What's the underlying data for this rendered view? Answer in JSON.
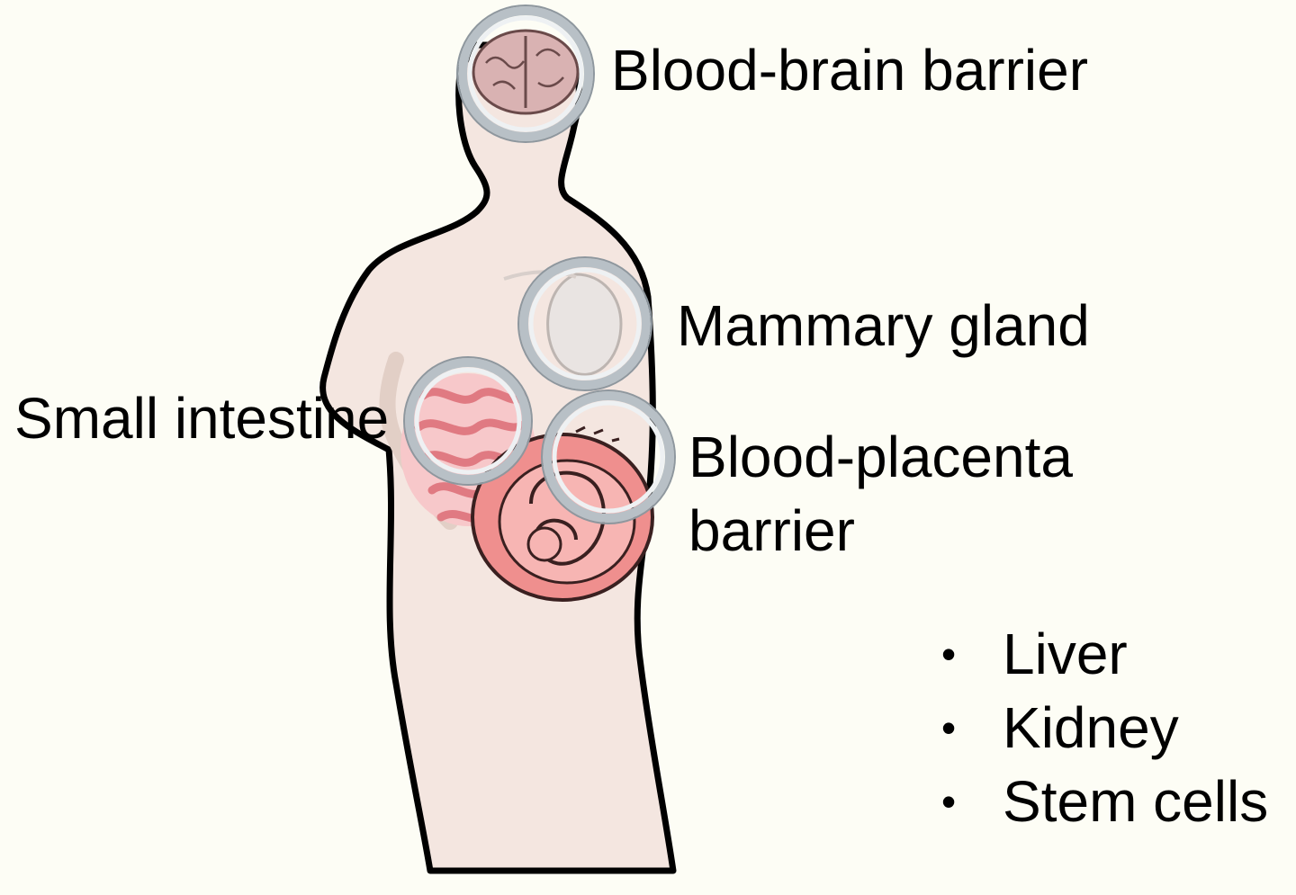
{
  "labels": {
    "blood_brain_barrier": "Blood-brain barrier",
    "mammary_gland": "Mammary gland",
    "small_intestine": "Small intestine",
    "blood_placenta_line1": "Blood-placenta",
    "blood_placenta_line2": "barrier"
  },
  "bullets": [
    {
      "text": "Liver"
    },
    {
      "text": "Kidney"
    },
    {
      "text": "Stem cells"
    }
  ],
  "icons": [
    "body-silhouette-icon",
    "brain-icon",
    "breast-icon",
    "intestine-icon",
    "uterus-fetus-icon",
    "ring-icon"
  ],
  "colors": {
    "background": "#fdfdf5",
    "skin": "#f4e6e0",
    "outline": "#000000",
    "brain": "#d9b2b2",
    "intestine": "#f2a3a6",
    "uterus": "#ef8f8e",
    "ring": "#c7cdd2"
  }
}
